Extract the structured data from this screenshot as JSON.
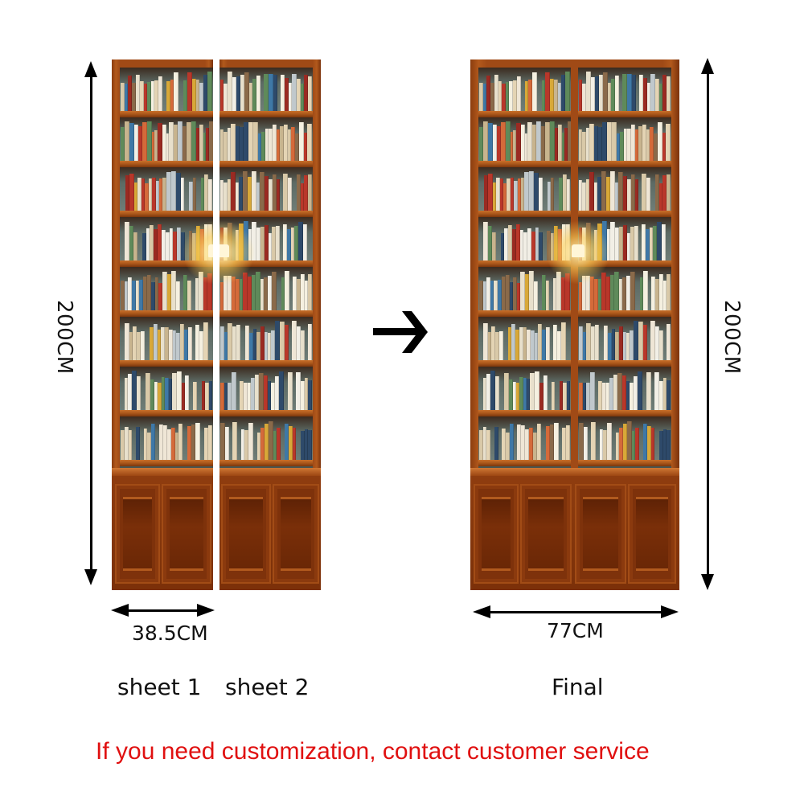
{
  "dimensions": {
    "height_label_left": "200CM",
    "height_label_right": "200CM",
    "sheet_width_label": "38.5CM",
    "final_width_label": "77CM"
  },
  "captions": {
    "sheet1": "sheet 1",
    "sheet2": "sheet 2",
    "final": "Final"
  },
  "notice": {
    "text": "If you need customization, contact customer service",
    "color": "#e01010"
  },
  "icons": {
    "transition_arrow": "right-arrow-icon",
    "dimension_arrows": "double-headed-arrow-icon"
  },
  "product": {
    "description": "Bookshelf door sticker",
    "sheets": 2,
    "shelves_per_panel": 8,
    "cabinet_doors_per_sheet": 2
  },
  "colors": {
    "wood": "#9a4a14",
    "wood_dark": "#6a2706",
    "shelf_back": "#5c6a64",
    "lamp": "#ffe89a"
  }
}
